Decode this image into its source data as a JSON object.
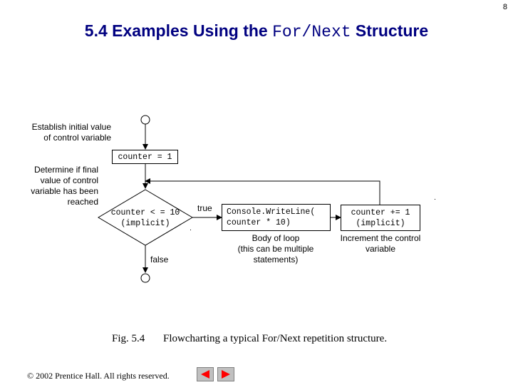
{
  "slide_number": "8",
  "title": {
    "prefix": "5.4 Examples Using the ",
    "code": "For/Next",
    "suffix": " Structure"
  },
  "flowchart": {
    "init_label_line1": "Establish initial value",
    "init_label_line2": "of control variable",
    "init_box": "counter = 1",
    "test_label_line1": "Determine if final",
    "test_label_line2": "value of control",
    "test_label_line3": "variable has been",
    "test_label_line4": "reached",
    "decision_line1": "counter < = 10",
    "decision_line2": "(implicit)",
    "true_label": "true",
    "false_label": "false",
    "body_box_line1": "Console.WriteLine(",
    "body_box_line2": "counter * 10)",
    "body_label_line1": "Body of loop",
    "body_label_line2": "(this can be multiple",
    "body_label_line3": "statements)",
    "incr_box_line1": "counter += 1",
    "incr_box_line2": "(implicit)",
    "incr_label_line1": "Increment the control",
    "incr_label_line2": "variable"
  },
  "caption": {
    "fig": "Fig. 5.4",
    "text": "Flowcharting a typical For/Next repetition structure."
  },
  "footer": {
    "copyright": "© 2002 Prentice Hall. All rights reserved."
  },
  "nav": {
    "prev_icon": "triangle-left-icon",
    "next_icon": "triangle-right-icon",
    "button_color": "#ff0000",
    "button_bg": "#c0c0c0"
  },
  "colors": {
    "title": "#000080"
  }
}
